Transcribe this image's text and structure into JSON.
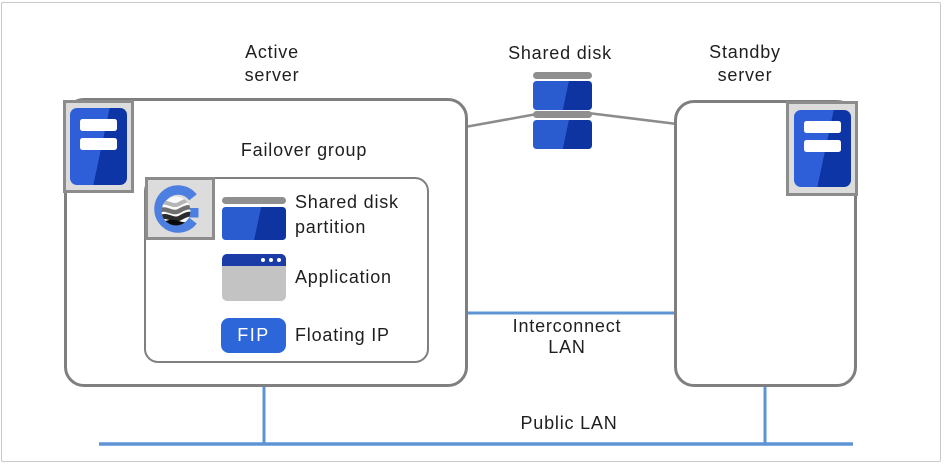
{
  "titles": {
    "active_server_line1": "Active",
    "active_server_line2": "server",
    "shared_disk": "Shared disk",
    "standby_server_line1": "Standby",
    "standby_server_line2": "server"
  },
  "failover_group": {
    "title": "Failover group",
    "items": [
      {
        "icon": "disk-partition-icon",
        "label_line1": "Shared disk",
        "label_line2": "partition"
      },
      {
        "icon": "application-window-icon",
        "label_line1": "Application"
      },
      {
        "icon": "floating-ip-badge",
        "badge_text": "FIP",
        "label_line1": "Floating IP"
      }
    ]
  },
  "network": {
    "interconnect_line1": "Interconnect",
    "interconnect_line2": "LAN",
    "public_lan": "Public LAN"
  },
  "icons": {
    "active_server": "server-icon",
    "standby_server": "server-icon",
    "shared_disk": "disk-stack-icon",
    "failover_logo": "cluster-g-logo-icon"
  },
  "colors": {
    "box_border_gray": "#7F7F7F",
    "chip_border_gray": "#8C8C8C",
    "chip_background": "#DCDCDC",
    "icon_blue_light": "#2E5ED8",
    "icon_blue_dark": "#0D35A5",
    "disk_cap_gray": "#8F8F8F",
    "app_window_gray": "#C3C3C3",
    "app_titlebar_blue": "#1B3CA6",
    "fip_badge_blue": "#2D66D9",
    "lan_line_blue": "#5E94D3",
    "logo_blue": "#4C7FE0",
    "text_color": "#1F1F1F"
  }
}
